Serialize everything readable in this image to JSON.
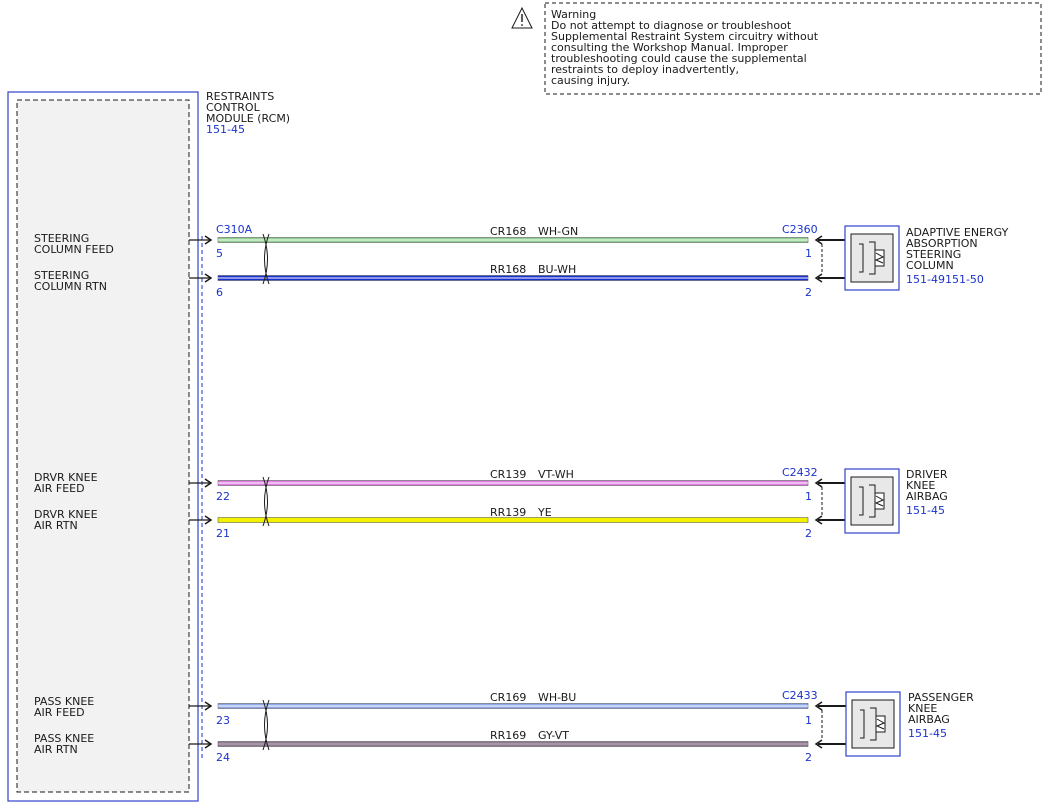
{
  "warning": {
    "lines": [
      "Warning",
      "Do not attempt to diagnose or troubleshoot",
      "Supplemental Restraint System circuitry without",
      "consulting the Workshop Manual. Improper",
      "troubleshooting could cause the supplemental",
      "restraints to deploy inadvertently,",
      "causing injury."
    ]
  },
  "rcm": {
    "name_lines": [
      "RESTRAINTS",
      "CONTROL",
      "MODULE (RCM)"
    ],
    "ref": "151-45",
    "connector": "C310A"
  },
  "groups": [
    {
      "pins": [
        {
          "label_lines": [
            "STEERING",
            "COLUMN FEED"
          ],
          "pin": "5",
          "circuit": "CR168",
          "color_code": "WH-GN",
          "comp_pin": "1",
          "wire_color": "#8fcf8f",
          "stripe": "#ffffff"
        },
        {
          "label_lines": [
            "STEERING",
            "COLUMN RTN"
          ],
          "pin": "6",
          "circuit": "RR168",
          "color_code": "BU-WH",
          "comp_pin": "2",
          "wire_color": "#1a2fd0",
          "stripe": "#ffffff"
        }
      ],
      "connector": "C2360",
      "component_lines": [
        "ADAPTIVE ENERGY",
        "ABSORPTION",
        "STEERING",
        "COLUMN"
      ],
      "component_ref": "151-49151-50"
    },
    {
      "pins": [
        {
          "label_lines": [
            "DRVR KNEE",
            "AIR FEED"
          ],
          "pin": "22",
          "circuit": "CR139",
          "color_code": "VT-WH",
          "comp_pin": "1",
          "wire_color": "#e07de0",
          "stripe": "#ffffff"
        },
        {
          "label_lines": [
            "DRVR KNEE",
            "AIR RTN"
          ],
          "pin": "21",
          "circuit": "RR139",
          "color_code": "YE",
          "comp_pin": "2",
          "wire_color": "#f2f200",
          "stripe": ""
        }
      ],
      "connector": "C2432",
      "component_lines": [
        "DRIVER",
        "KNEE",
        "AIRBAG"
      ],
      "component_ref": "151-45"
    },
    {
      "pins": [
        {
          "label_lines": [
            "PASS KNEE",
            "AIR FEED"
          ],
          "pin": "23",
          "circuit": "CR169",
          "color_code": "WH-BU",
          "comp_pin": "1",
          "wire_color": "#8fa8ea",
          "stripe": "#ffffff"
        },
        {
          "label_lines": [
            "PASS KNEE",
            "AIR RTN"
          ],
          "pin": "24",
          "circuit": "RR169",
          "color_code": "GY-VT",
          "comp_pin": "2",
          "wire_color": "#8c7d8c",
          "stripe": "#c9a6c9"
        }
      ],
      "connector": "C2433",
      "component_lines": [
        "PASSENGER",
        "KNEE",
        "AIRBAG"
      ],
      "component_ref": "151-45"
    }
  ],
  "colors": {
    "module_border": "#3344cc",
    "module_fill": "#f2f2f2",
    "label_blue": "#1a33cc",
    "ink": "#1a1a1a"
  }
}
